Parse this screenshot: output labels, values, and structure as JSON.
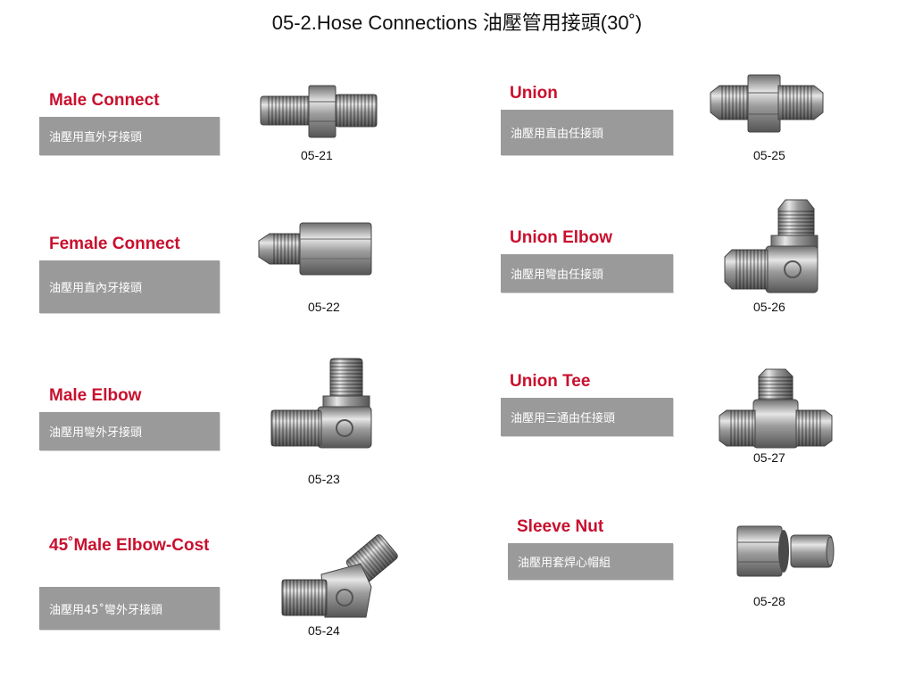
{
  "header": {
    "title": "05-2.Hose Connections 油壓管用接頭(30˚)"
  },
  "items": [
    {
      "name": "Male Connect",
      "desc": "油壓用直外牙接頭",
      "code": "05-21",
      "icon": "male-connector-icon"
    },
    {
      "name": "Female Connect",
      "desc": "油壓用直內牙接頭",
      "code": "05-22",
      "icon": "female-connector-icon"
    },
    {
      "name": "Male Elbow",
      "desc": "油壓用彎外牙接頭",
      "code": "05-23",
      "icon": "male-elbow-icon"
    },
    {
      "name": "45˚Male Elbow-Cost",
      "desc": "油壓用45˚彎外牙接頭",
      "code": "05-24",
      "icon": "45-male-elbow-icon"
    },
    {
      "name": "Union",
      "desc": "油壓用直由任接頭",
      "code": "05-25",
      "icon": "union-icon"
    },
    {
      "name": "Union Elbow",
      "desc": "油壓用彎由任接頭",
      "code": "05-26",
      "icon": "union-elbow-icon"
    },
    {
      "name": "Union Tee",
      "desc": "油壓用三通由任接頭",
      "code": "05-27",
      "icon": "union-tee-icon"
    },
    {
      "name": "Sleeve Nut",
      "desc": "油壓用套焊心帽組",
      "code": "05-28",
      "icon": "sleeve-nut-icon"
    }
  ]
}
